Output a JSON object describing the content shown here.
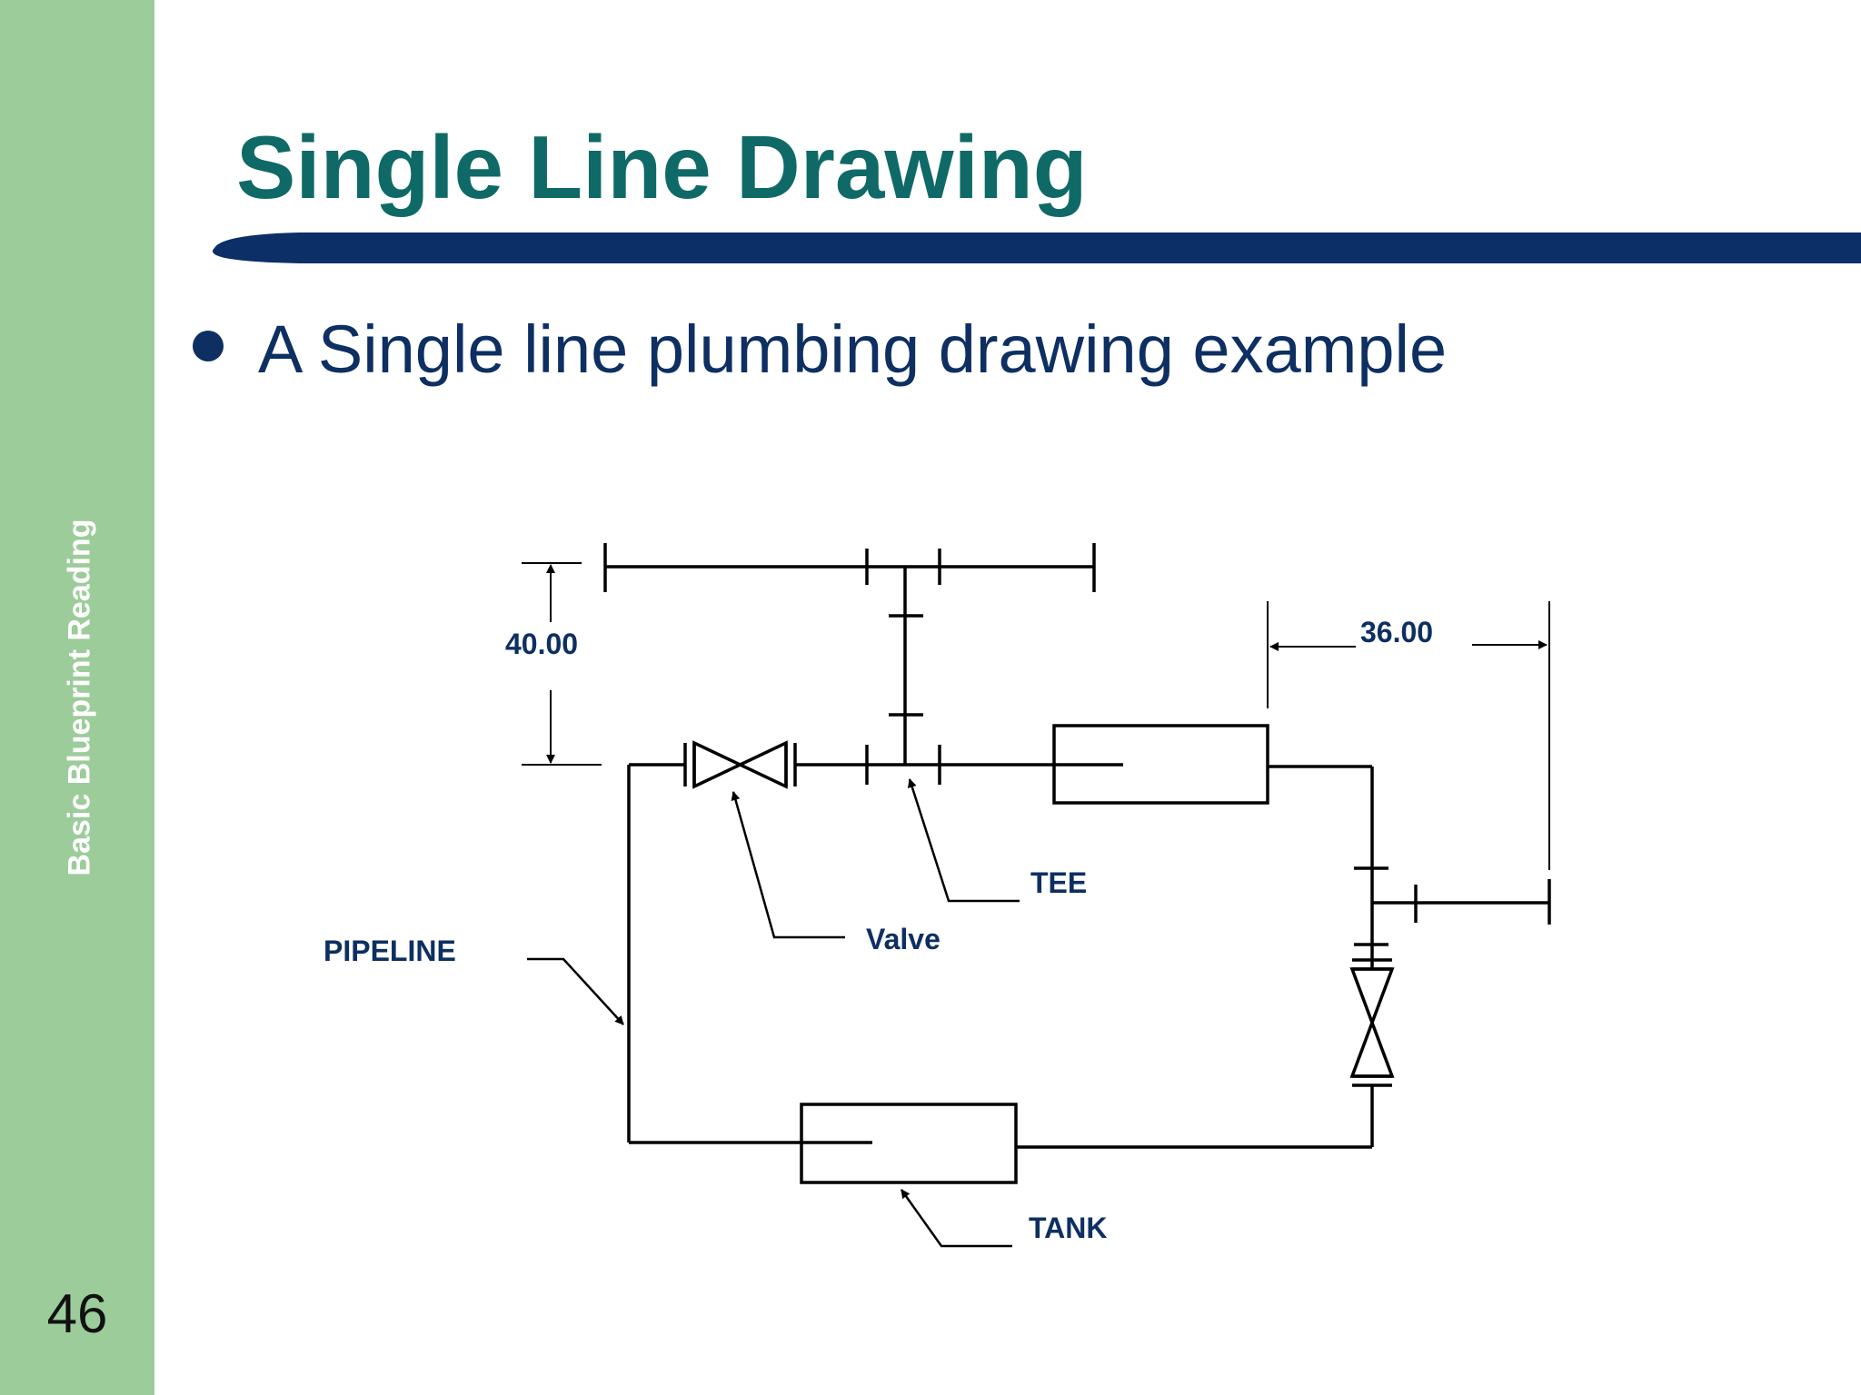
{
  "sidebar": {
    "label": "Basic Blueprint Reading"
  },
  "slide": {
    "number": "46"
  },
  "title": "Single Line Drawing",
  "bullet": "A Single line plumbing drawing example",
  "diagram": {
    "labels": {
      "dim_vertical": "40.00",
      "dim_horizontal": "36.00",
      "tee": "TEE",
      "valve": "Valve",
      "pipeline": "PIPELINE",
      "tank": "TANK"
    }
  },
  "colors": {
    "sidebar": "#9ccc9a",
    "title": "#0f6a67",
    "navy": "#0d2f62",
    "rule": "#0b2f66"
  }
}
